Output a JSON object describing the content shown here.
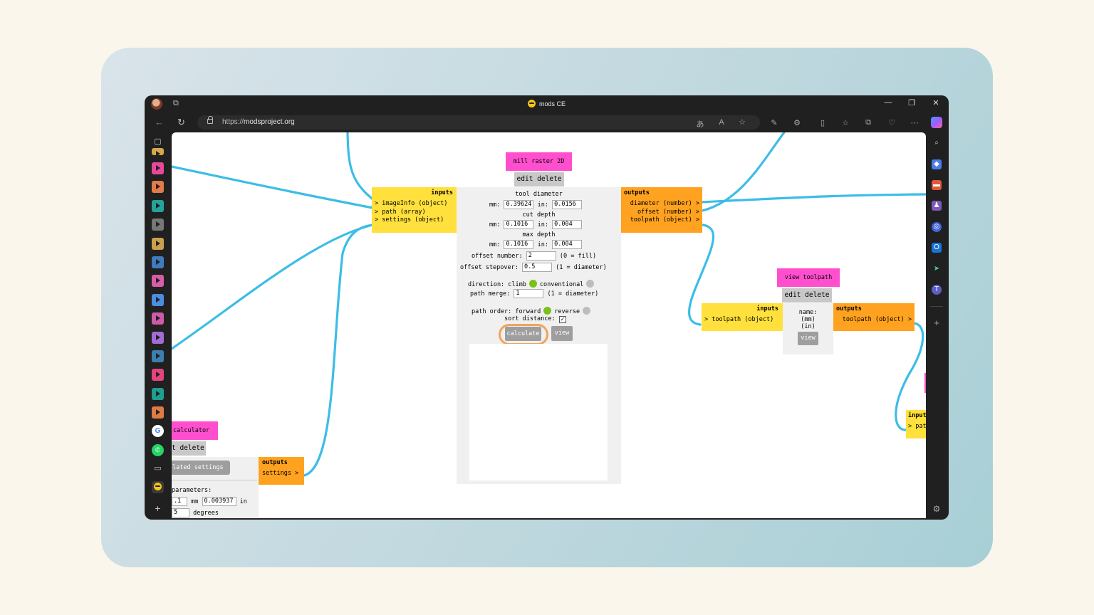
{
  "window": {
    "title": "mods CE",
    "url_scheme": "https://",
    "url_host": "modsproject.org"
  },
  "mill": {
    "title": "mill raster 2D",
    "edit": "edit",
    "delete": "delete",
    "inputs_label": "inputs",
    "inputs": [
      "> imageInfo (object)",
      "> path (array)",
      "> settings (object)"
    ],
    "outputs_label": "outputs",
    "outputs": [
      "diameter (number) >",
      "offset (number) >",
      "toolpath (object) >"
    ],
    "tool_diameter_label": "tool diameter",
    "cut_depth_label": "cut depth",
    "max_depth_label": "max depth",
    "mm_label": "mm:",
    "in_label": "in:",
    "tool_diameter_mm": "0.39624",
    "tool_diameter_in": "0.0156",
    "cut_depth_mm": "0.1016",
    "cut_depth_in": "0.004",
    "max_depth_mm": "0.1016",
    "max_depth_in": "0.004",
    "offset_number_label": "offset number:",
    "offset_number": "2",
    "offset_number_hint": "(0 = fill)",
    "offset_stepover_label": "offset stepover:",
    "offset_stepover": "0.5",
    "offset_stepover_hint": "(1 = diameter)",
    "direction_label": "direction: climb",
    "conventional_label": "conventional",
    "path_merge_label": "path merge:",
    "path_merge": "1",
    "path_merge_hint": "(1 = diameter)",
    "path_order_label": "path order: forward",
    "reverse_label": "reverse",
    "sort_distance_label": "sort distance:",
    "calculate": "calculate",
    "view": "view"
  },
  "view_toolpath": {
    "title": "view toolpath",
    "edit": "edit",
    "delete": "delete",
    "inputs_label": "inputs",
    "input": "> toolpath (object)",
    "outputs_label": "outputs",
    "output": "toolpath (object) >",
    "name_label": "name:",
    "mm_label": "(mm)",
    "in_label": "(in)",
    "view": "view"
  },
  "calculator": {
    "title": "calculator",
    "edit_delete": "t delete",
    "settings_button": "lated settings",
    "outputs_label": "outputs",
    "output": "settings >",
    "parameters_label": "parameters:",
    "param_mm_value": ".1",
    "param_mm_unit": "mm",
    "param_in_value": "0.003937",
    "param_in_unit": "in",
    "param_deg_value": "5",
    "param_deg_unit": "degrees"
  },
  "right_partial": {
    "inputs_label": "input",
    "input": "> pat"
  },
  "colors": {
    "wire": "#3cbde6",
    "module_title": "#ff4fcf",
    "inputs": "#ffe03c",
    "outputs": "#ffa21f",
    "selected_dot": "#7ac21a",
    "highlight": "#f0a45c"
  },
  "left_sidebar_colors": [
    "#d4a84a",
    "#e8479b",
    "#e27a4a",
    "#24a39a",
    "#777777",
    "#c9a04e",
    "#3f7bbf",
    "#d65da6",
    "#4b8de0",
    "#cf5aa7",
    "#a26bd6",
    "#3b7fb0",
    "#e3447e",
    "#1f9d8e",
    "#e07a45"
  ]
}
